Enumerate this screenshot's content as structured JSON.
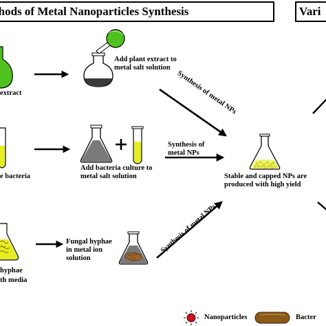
{
  "title_left": "thods of Metal Nanoparticles Synthesis",
  "title_right": "Vari",
  "row1": {
    "source_label": "extract",
    "step_label": "Add plant extract to metal salt solution",
    "arrow_label": "Synthesis of metal NPs"
  },
  "row2": {
    "source_label": "e bacteria",
    "step_label": "Add bacteria culture to metal salt solution",
    "arrow_label": "Synthesis of metal NPs"
  },
  "row3": {
    "source_label_1": "hyphae",
    "source_label_2": "th media",
    "step_label": "Fungal hyphae in metal ion solution",
    "arrow_label": "Synthesis of metal NPs"
  },
  "result_label": "Stable and capped NPs are produced with high yield",
  "legend": {
    "nanoparticles": "Nanoparticles",
    "bacteria": "Bacter"
  },
  "colors": {
    "green_liquid": "#4fc21f",
    "yellow_liquid": "#e6ee1f",
    "dark_liquid": "#3a3a3a",
    "gray_liquid": "#7a7a7a",
    "np_red": "#d0101a",
    "bacteria_brown": "#8b5a1a"
  }
}
